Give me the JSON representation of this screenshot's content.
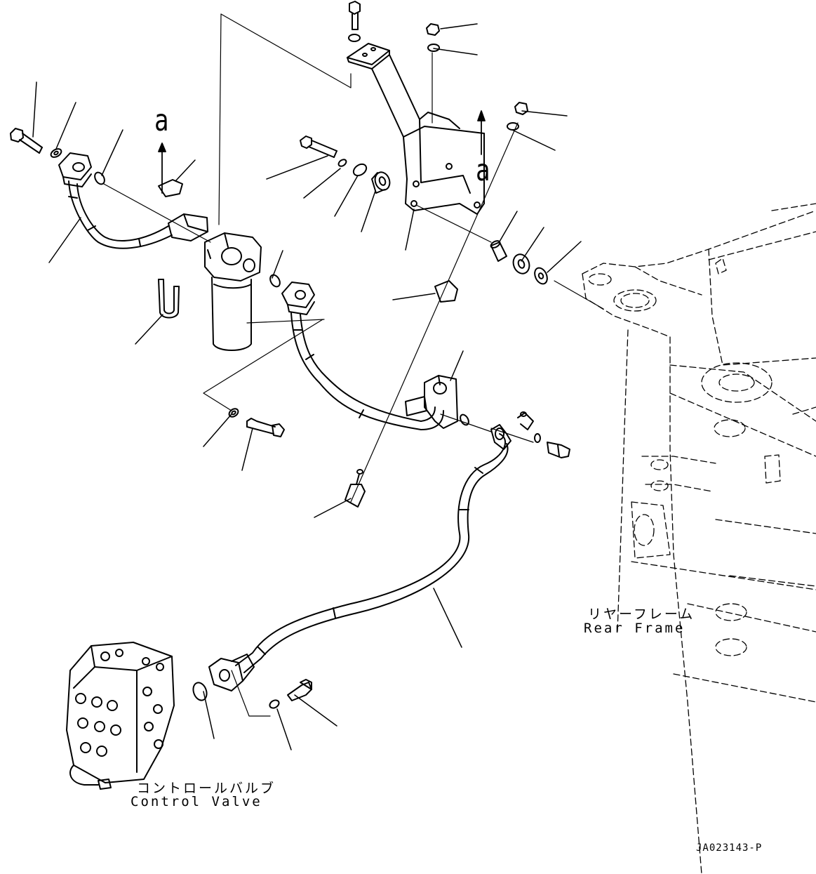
{
  "view_arrows": [
    "a",
    "a"
  ],
  "labels": {
    "rear_frame_jp": "リヤーフレーム",
    "rear_frame_en": "Rear Frame",
    "control_valve_jp": "コントロールバルブ",
    "control_valve_en": "Control Valve",
    "drawing_id": "JA023143-P"
  }
}
